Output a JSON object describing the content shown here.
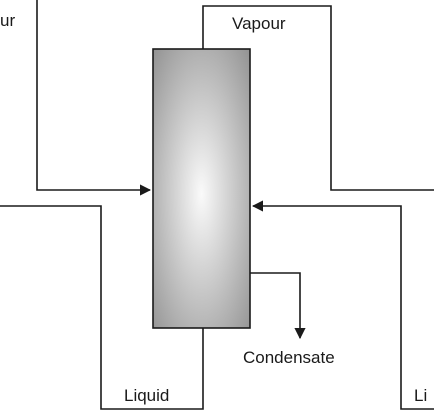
{
  "labels": {
    "vapour_left": "ur",
    "vapour_right": "Vapour",
    "condensate": "Condensate",
    "liquid_left": "Liquid",
    "liquid_right": "Li"
  },
  "colors": {
    "line": "#1a1a1a",
    "column_center": "#fafafa",
    "column_edge": "#8e8e8e",
    "background": "#ffffff"
  }
}
